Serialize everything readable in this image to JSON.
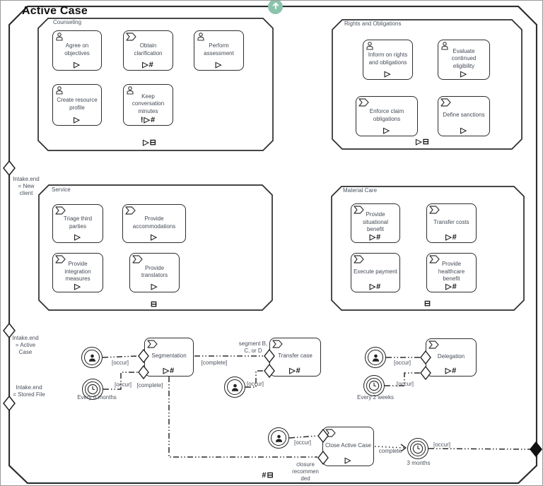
{
  "case": {
    "title": "Active Case",
    "markers": "#⊟"
  },
  "colors": {
    "border": "#2d2d2d",
    "accent_green": "#8cc3ac"
  },
  "stages": [
    {
      "name": "Counseling",
      "markers": "▷⊟",
      "tasks": [
        {
          "label": "Agree on objectives",
          "icon": "human-task",
          "markers": "▷"
        },
        {
          "label": "Obtain clarification",
          "icon": "process-task",
          "markers": "▷#"
        },
        {
          "label": "Perform assessment",
          "icon": "human-task",
          "markers": "▷"
        },
        {
          "label": "Create resource profile",
          "icon": "human-task",
          "markers": "▷"
        },
        {
          "label": "Keep conversation minutes",
          "icon": "human-task",
          "markers": "!▷#"
        }
      ]
    },
    {
      "name": "Rights and Obligations",
      "markers": "▷⊟",
      "tasks": [
        {
          "label": "Inform on rights and obligations",
          "icon": "human-task",
          "markers": "▷"
        },
        {
          "label": "Evaluate continued eligibility",
          "icon": "human-task",
          "markers": "▷"
        },
        {
          "label": "Enforce claim obligations",
          "icon": "process-task",
          "markers": "▷"
        },
        {
          "label": "Define sanctions",
          "icon": "process-task",
          "markers": "▷"
        }
      ]
    },
    {
      "name": "Service",
      "markers": "⊟",
      "tasks": [
        {
          "label": "Triage third parties",
          "icon": "process-task",
          "markers": "▷"
        },
        {
          "label": "Provide accommodations",
          "icon": "process-task",
          "markers": "▷"
        },
        {
          "label": "Provide integration measures",
          "icon": "process-task",
          "markers": "▷"
        },
        {
          "label": "Provide translators",
          "icon": "process-task",
          "markers": "▷"
        }
      ]
    },
    {
      "name": "Material Care",
      "markers": "⊟",
      "tasks": [
        {
          "label": "Provide situational benefit",
          "icon": "process-task",
          "markers": "▷#"
        },
        {
          "label": "Transfer costs",
          "icon": "process-task",
          "markers": "▷#"
        },
        {
          "label": "Execute payment",
          "icon": "process-task",
          "markers": "▷#"
        },
        {
          "label": "Provide healthcare benefit",
          "icon": "process-task",
          "markers": "▷#"
        }
      ]
    }
  ],
  "plan_tasks": [
    {
      "label": "Segmentation",
      "icon": "process-task",
      "markers": "▷#"
    },
    {
      "label": "Transfer case",
      "icon": "process-task",
      "markers": "▷#"
    },
    {
      "label": "Delegation",
      "icon": "process-task",
      "markers": "▷#"
    },
    {
      "label": "Close Active Case",
      "icon": "process-task",
      "markers": "▷"
    }
  ],
  "border_criteria": {
    "new_client": "Intake.end\n= New\nclient",
    "active_case": "Intake.end\n= Active\nCase",
    "stored_file": "Intake.end\n= Stored File"
  },
  "events": {
    "every_6_months": "Every 6 months",
    "every_2_weeks": "Every 2 weeks",
    "three_months": "3 months"
  },
  "labels": {
    "occur": "[occur]",
    "complete_bracket": "[complete]",
    "complete": "complete",
    "segment": "segment B,\nC, or D",
    "closure": "closure\nrecommen\nded"
  }
}
